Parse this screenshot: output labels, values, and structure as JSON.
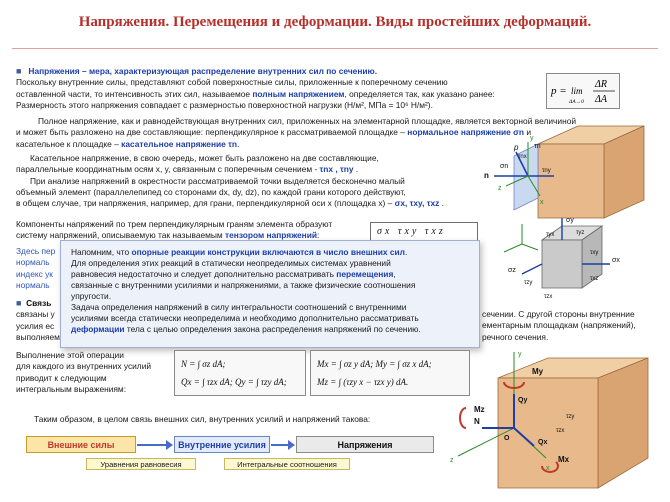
{
  "title": "Напряжения. Перемещения и деформации. Виды простейших деформаций.",
  "para1": {
    "term": "Напряжения",
    "def": " – мера, характеризующая распределение внутренних сил по сечению.",
    "l2": "Поскольку внутренние силы, представляют собой поверхностные силы, приложенные к поперечному сечению",
    "l3a": "оставленной части, то интенсивность этих сил, называемое ",
    "l3term": "полным напряжением",
    "l3b": ", определяется так, как указано ранее:",
    "l4": "Размерность этого напряжения совпадает с размерностью поверхностной нагрузки (Н/м², МПа = 10⁶ Н/м²)."
  },
  "formula_p": "p = lim ΔR/ΔA  (ΔA→0)",
  "para2": {
    "l1": "Полное напряжение, как и равнодействующая внутренних сил, приложенных на элементарной площадке, является векторной величиной",
    "l2a": "и может быть разложено на две составляющие: перпендикулярное к рассматриваемой площадке – ",
    "l2term": "нормальное напряжение σn",
    "l2b": " и",
    "l3a": "касательное к площадке – ",
    "l3term": "касательное напряжение τn",
    "l3b": "."
  },
  "para3": {
    "l1": "Касательное напряжение, в свою очередь, может быть разложено на две составляющие,",
    "l2a": "параллельные координатным осям x, y, связанным с поперечным сечением - ",
    "l2term": "τnx , τny",
    "l2b": " .",
    "l3": "При анализе напряжений в окрестности рассматриваемой точки выделяется бесконечно малый",
    "l4": "объемный элемент (параллелепипед со сторонами dx, dy, dz), по каждой грани которого действуют,",
    "l5a": "в общем случае, три напряжения, например, для грани, перпендикулярной оси x (площадка x) – ",
    "l5term": "σx, τxy, τxz",
    "l5b": " ."
  },
  "para4": {
    "l1": "Компоненты напряжений по трем перпендикулярным граням элемента образуют",
    "l2a": "систему напряжений, описываемую так называемым ",
    "l2term": "тензором напряжений",
    "l2b": ":"
  },
  "tensor_row": "σx  τxy  τxz",
  "hidden_left": {
    "l1": "Здесь пер",
    "l2": "нормаль",
    "l3": "индекс ук",
    "l4": "нормаль"
  },
  "section5": {
    "head": "Связь",
    "l1a": "связаны у",
    "l1b": "сечении. С другой стороны внутренние",
    "l2a": "усилия ес",
    "l2b": "ементарным площадкам (напряжений),",
    "l3a": "выполняем",
    "l3b": "речного сечения."
  },
  "overlay": {
    "l1a": "Напомним, что ",
    "l1term": "опорные реакции конструкции включаются в число внешних сил",
    "l1b": ".",
    "l2": "Для определения этих реакций в статически неопределимых системах уравнений",
    "l3": "равновесия недостаточно и следует дополнительно рассматривать ",
    "l3term": "перемещения",
    "l3b": ",",
    "l4": "связанные с внутренними усилиями и напряжениями, а также физические соотношения",
    "l5": "упругости.",
    "l6": "Задача определения напряжений в силу интегральности соотношений с внутренними",
    "l7": "усилиями всегда статически неопределима и необходимо дополнительно рассматривать",
    "l8a": "деформации",
    "l8b": " тела с целью определения закона распределения напряжений по сечению."
  },
  "integrals": {
    "l1": "Выполнение этой операции",
    "l2": "для каждого из внутренних усилий",
    "l3": "приводит к следующим",
    "l4": "интегральным выражениям:",
    "f1": "N = ∫ σz dA;",
    "f2": "Qx = ∫ τzx dA;   Qy = ∫ τzy dA;",
    "f3": "Mx = ∫ σz y dA;   My = ∫ σz x dA;",
    "f4": "Mz = ∫ (τzy x − τzx y) dA."
  },
  "summary": "Таким образом, в целом связь внешних сил, внутренних усилий и напряжений такова:",
  "flow": {
    "ext": "Внешние силы",
    "int": "Внутренние усилия",
    "str": "Напряжения",
    "eq": "Уравнения равновесия",
    "integ": "Интегральные соотношения"
  },
  "diagram_labels": {
    "p": "p",
    "sn": "σn",
    "tau_n": "τn",
    "tnx": "τnx",
    "tny": "τny",
    "x": "x",
    "y": "y",
    "z": "z",
    "n": "n",
    "sy": "σy",
    "syx": "τyx",
    "syz": "τyz",
    "sx": "σx",
    "sz": "σz",
    "txy": "τxy",
    "txz": "τxz",
    "tzx": "τzx",
    "tzy": "τzy",
    "My": "My",
    "Mx": "Mx",
    "Mz": "Mz",
    "N": "N",
    "Qx": "Qx",
    "Qy": "Qy",
    "O": "O"
  },
  "colors": {
    "title": "#b5302a",
    "term": "#1c3fa8",
    "box": "#e8b98a"
  }
}
